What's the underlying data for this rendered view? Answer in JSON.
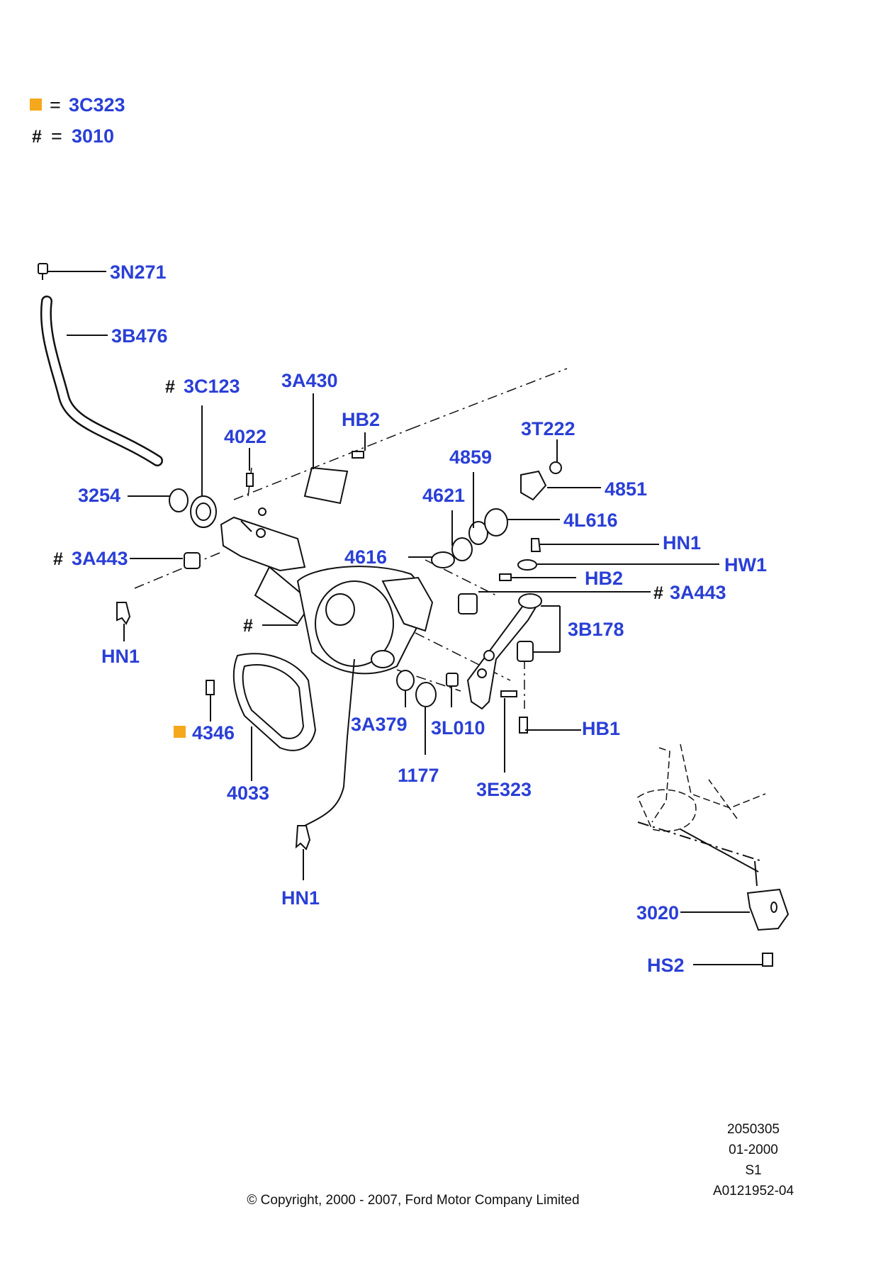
{
  "legend": {
    "square_code": "3C323",
    "hash_symbol": "#",
    "hash_code": "3010",
    "equals": "="
  },
  "labels": {
    "l_3N271": "3N271",
    "l_3B476": "3B476",
    "l_3C123": "3C123",
    "l_3A430": "3A430",
    "l_HB2_a": "HB2",
    "l_4022": "4022",
    "l_3T222": "3T222",
    "l_4859": "4859",
    "l_4851": "4851",
    "l_3254": "3254",
    "l_4621": "4621",
    "l_4L616": "4L616",
    "l_HN1_a": "HN1",
    "l_3A443_a": "3A443",
    "l_4616": "4616",
    "l_HW1": "HW1",
    "l_HB2_b": "HB2",
    "l_3A443_b": "3A443",
    "l_HN1_b": "HN1",
    "l_3B178": "3B178",
    "l_4346": "4346",
    "l_3A379": "3A379",
    "l_3L010": "3L010",
    "l_HB1": "HB1",
    "l_4033": "4033",
    "l_1177": "1177",
    "l_3E323": "3E323",
    "l_HN1_c": "HN1",
    "l_3020": "3020",
    "l_HS2": "HS2"
  },
  "metadata": {
    "line1": "2050305",
    "line2": "01-2000",
    "line3": "S1",
    "line4": "A0121952-04"
  },
  "copyright": "© Copyright, 2000 - 2007, Ford Motor Company Limited",
  "colors": {
    "label_blue": "#2a3fd6",
    "legend_square": "#f5a81c",
    "line": "#111111"
  }
}
